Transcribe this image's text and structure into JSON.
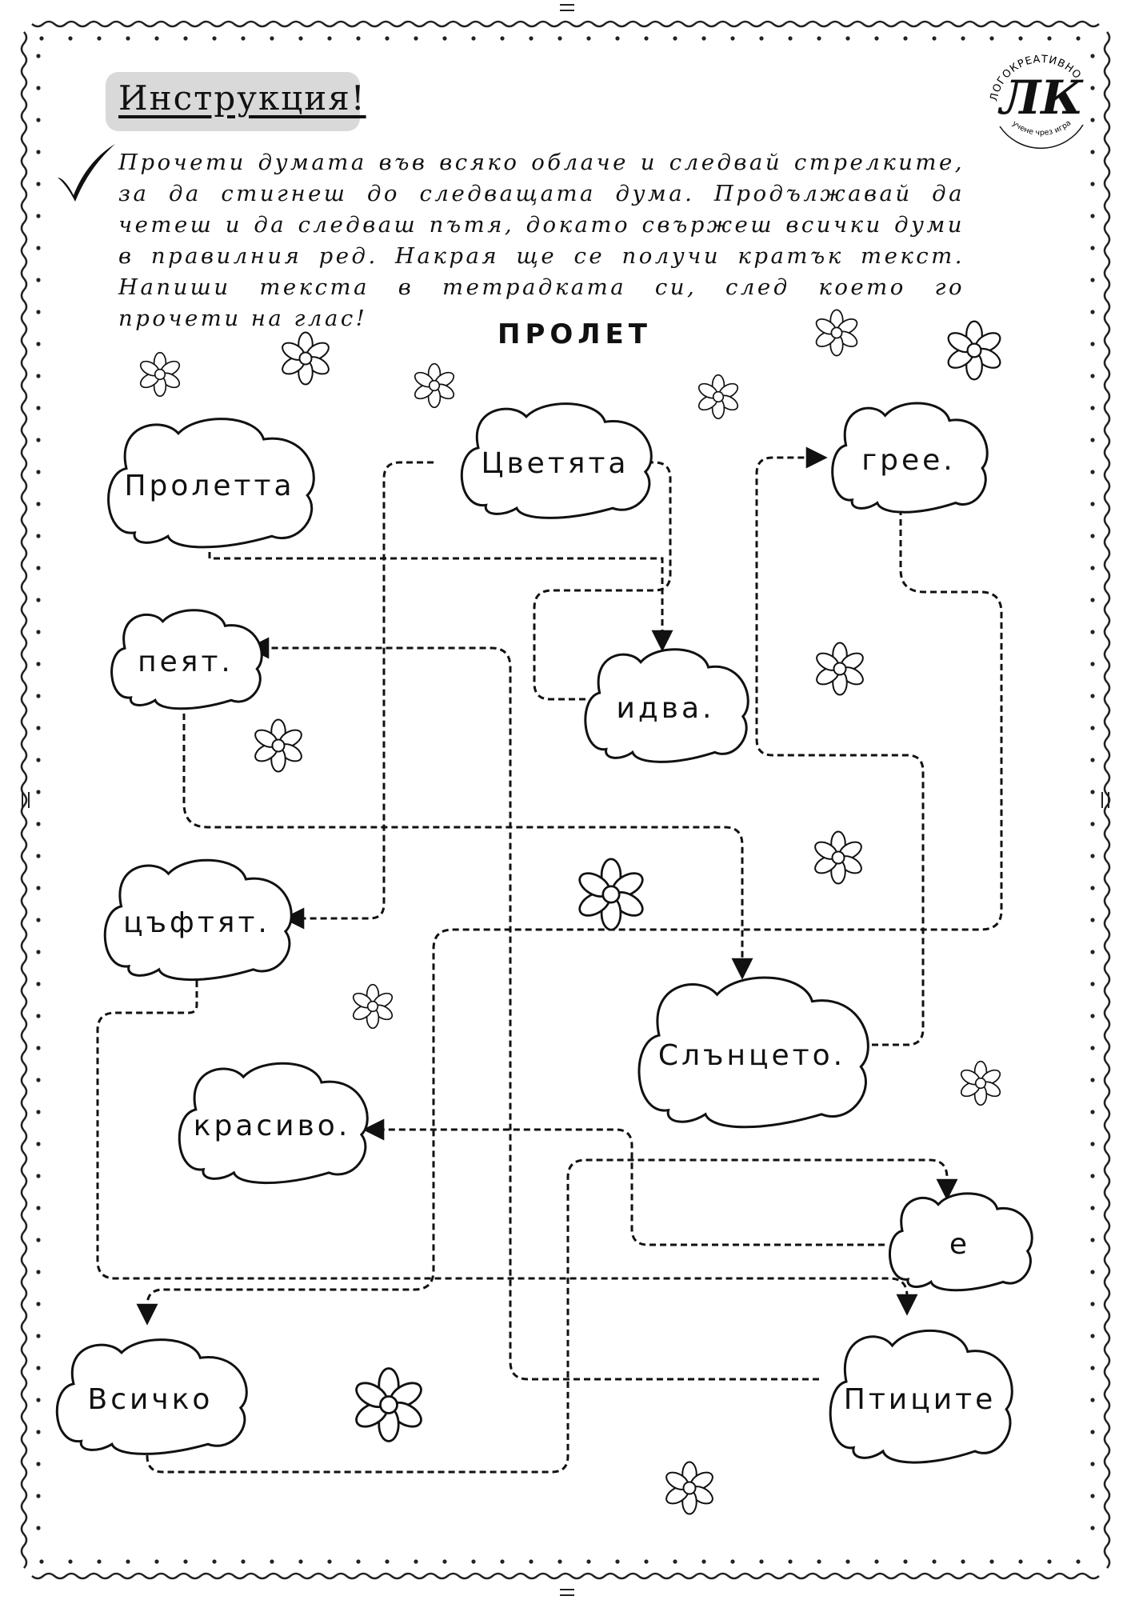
{
  "instruction": {
    "title": "Инструкция!",
    "text": "Прочети думата във всяко облаче и следвай стрелките, за да стигнеш до следващата дума. Продължавай да четеш и да следваш пътя, докато свържеш всички думи в правилния ред. Накрая ще се получи кратък текст. Напиши текста в тетрадката си, след което го прочети на глас!"
  },
  "page_title": "ПРОЛЕТ",
  "logo": {
    "arc_text": "ЛОГОКРЕАТИВНО",
    "initials": "ЛК",
    "subtitle": "учене чрез игра"
  },
  "clouds": [
    {
      "id": "proletta",
      "word": "Пролетта"
    },
    {
      "id": "cvetyata",
      "word": "Цветята"
    },
    {
      "id": "gree",
      "word": "грее."
    },
    {
      "id": "peyat",
      "word": "пеят."
    },
    {
      "id": "idva",
      "word": "идва."
    },
    {
      "id": "caftyat",
      "word": "цъфтят."
    },
    {
      "id": "slanceto",
      "word": "Слънцето."
    },
    {
      "id": "krasivo",
      "word": "красиво."
    },
    {
      "id": "e",
      "word": "е"
    },
    {
      "id": "vsichko",
      "word": "Всичко"
    },
    {
      "id": "ptitsite",
      "word": "Птиците"
    }
  ],
  "colors": {
    "ink": "#111111",
    "instruction_box": "#d9d9d9",
    "background": "#ffffff"
  }
}
